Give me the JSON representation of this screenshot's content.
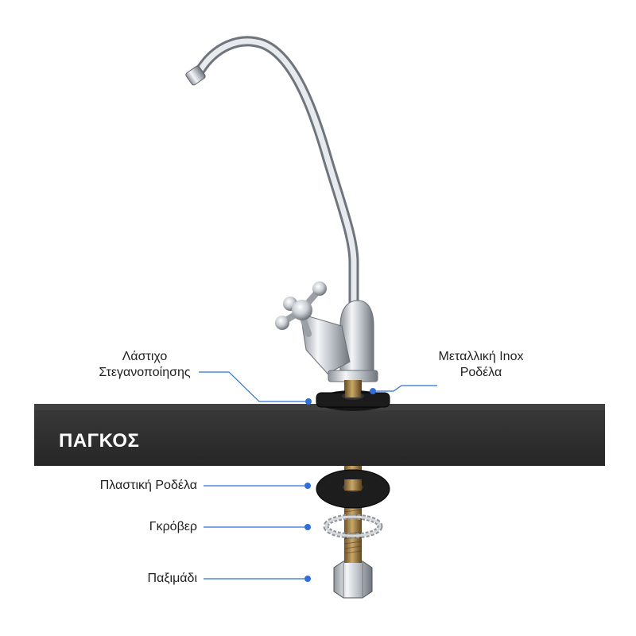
{
  "labels": {
    "seal_rubber_line1": "Λάστιχο",
    "seal_rubber_line2": "Στεγανοποίησης",
    "inox_washer_line1": "Μεταλλική Inox",
    "inox_washer_line2": "Ροδέλα",
    "counter": "ΠΑΓΚΟΣ",
    "plastic_washer": "Πλαστική Ροδέλα",
    "grover": "Γκρόβερ",
    "nut": "Παξιμάδι"
  },
  "colors": {
    "leader_line": "#2f6fd6",
    "counter_top": "#2b2b2b",
    "chrome": "#cfd3d8",
    "brass": "#9a7a45"
  }
}
